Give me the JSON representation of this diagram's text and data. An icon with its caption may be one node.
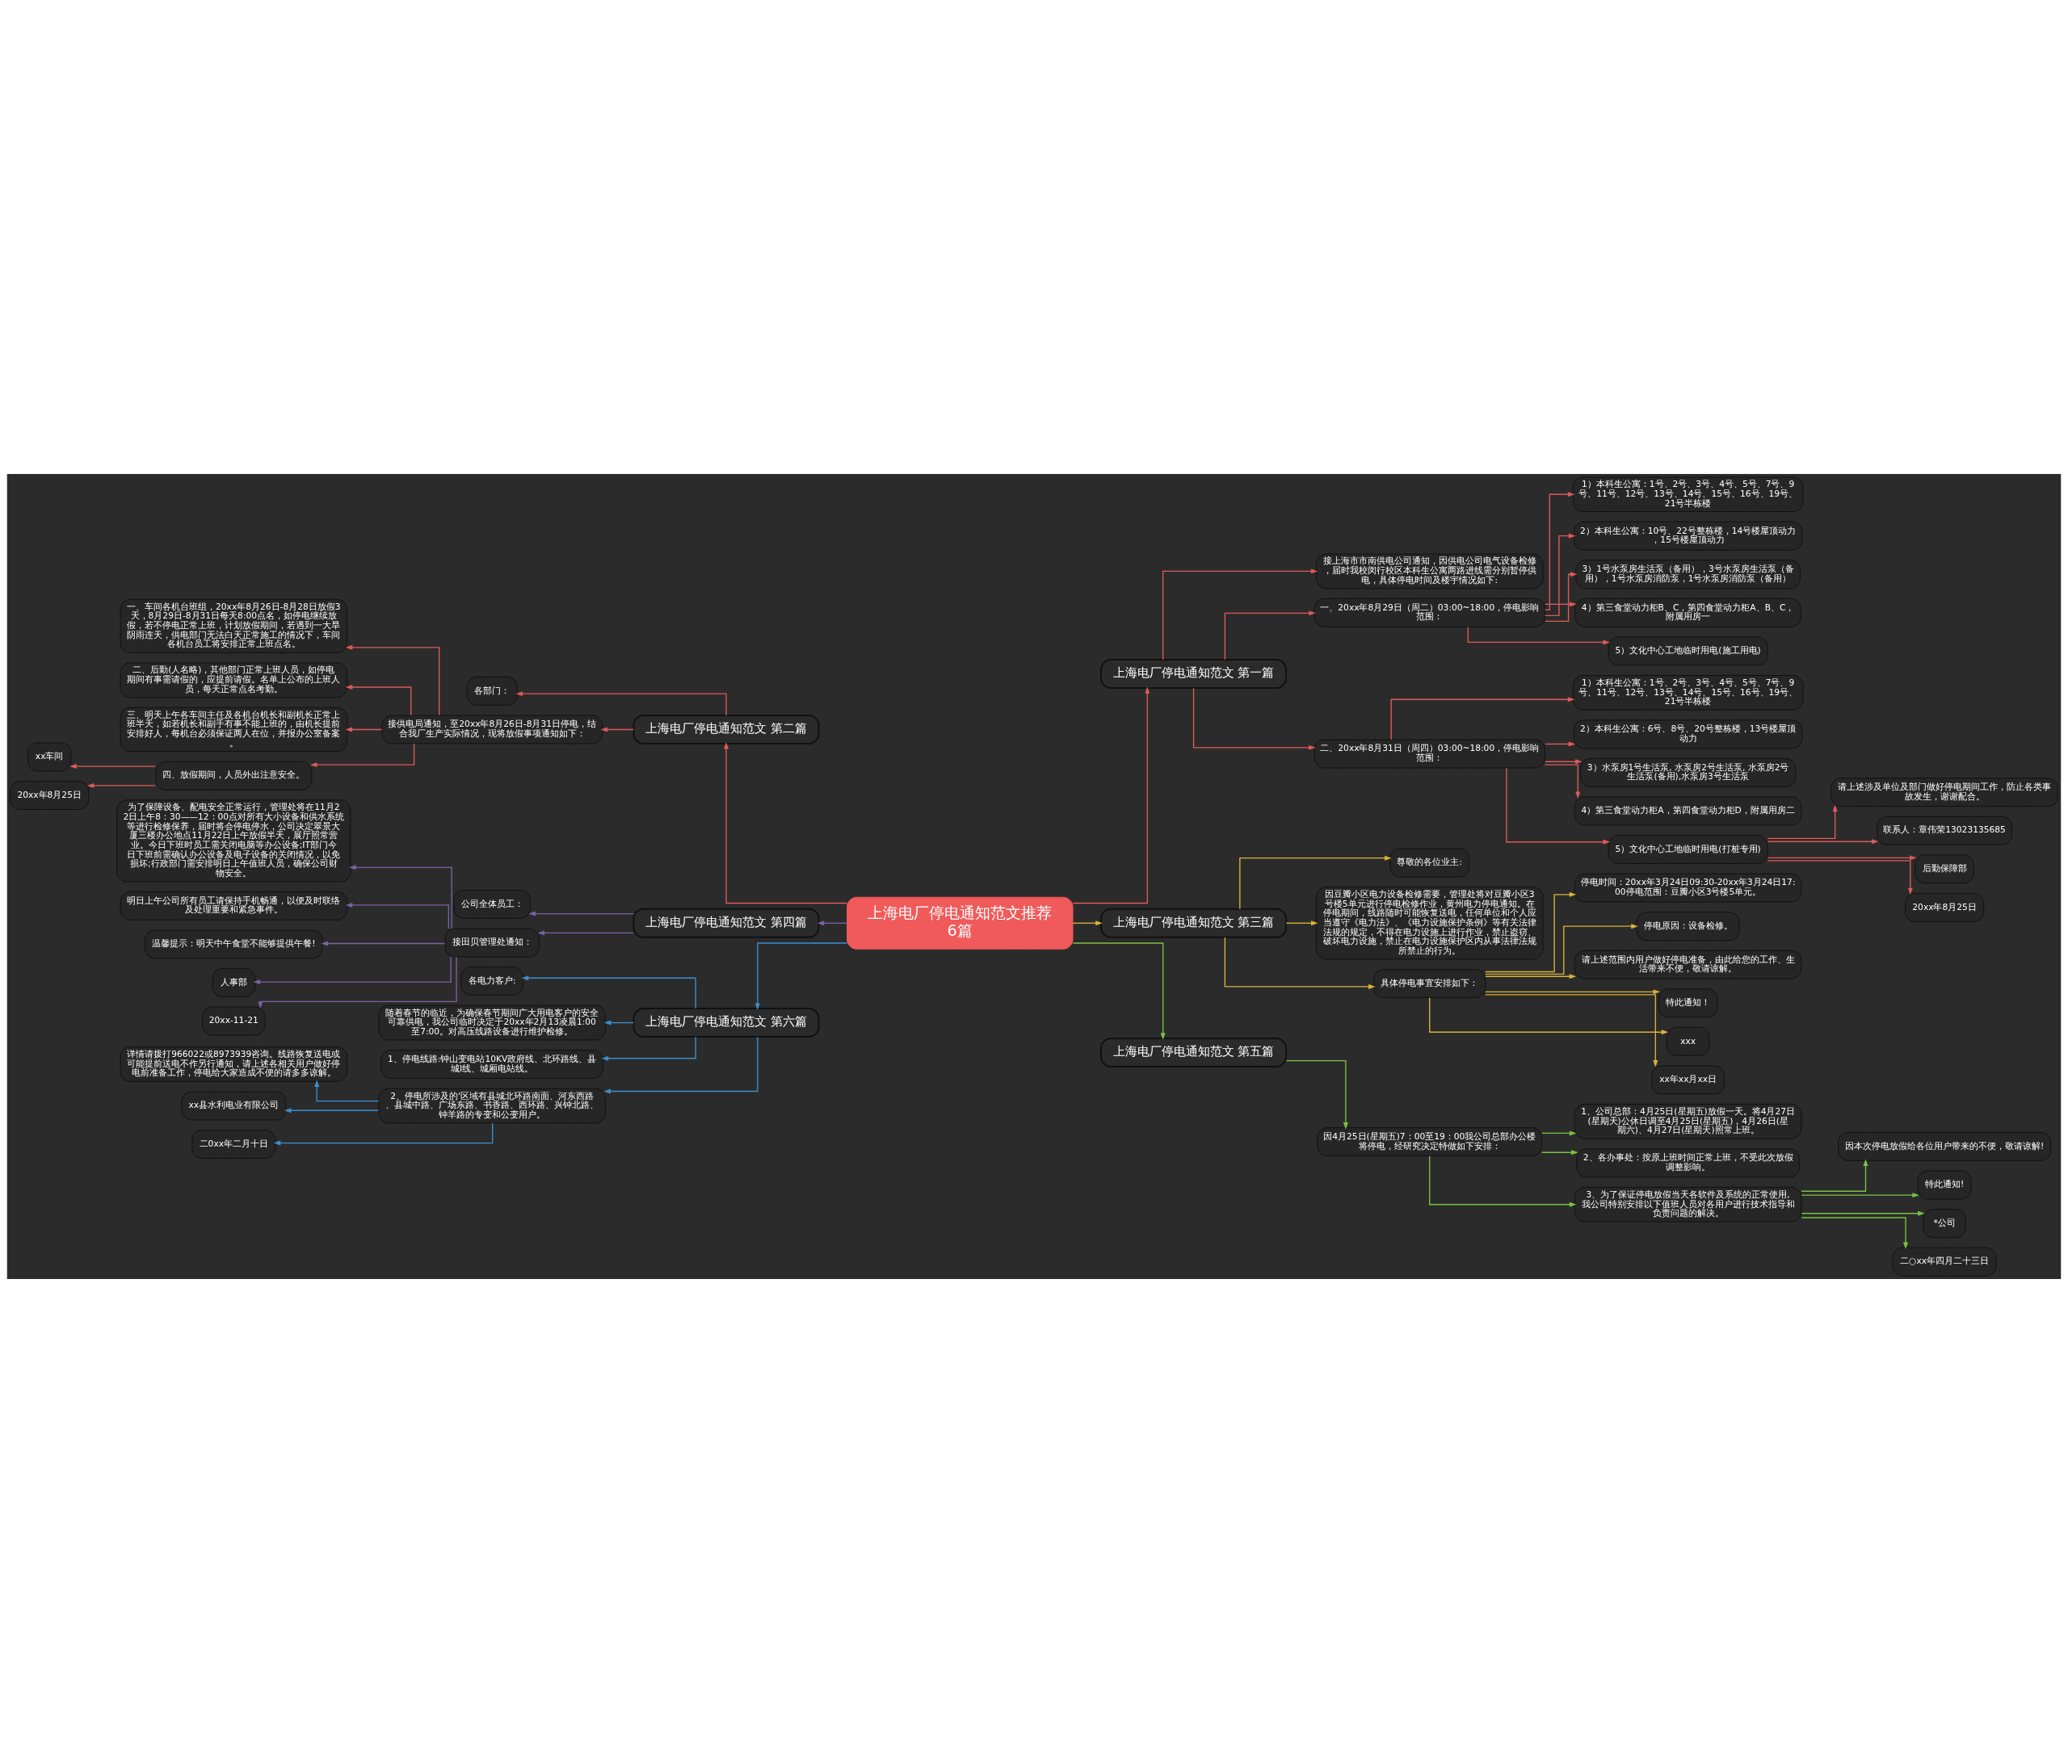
{
  "diagram": {
    "nodes": [
      {
        "text": [
          "上海电厂停电通知范文推荐6篇"
        ]
      },
      {
        "text": [
          "上海电厂停电通知范文 第一篇"
        ]
      },
      {
        "text": [
          "接上海市市南供电公司通知，因供电公司电气设备检修，届时我校闵行校区本科生公寓两路进线需分别暂停供电，具体停电时间及楼宇情况如下:"
        ]
      },
      {
        "text": [
          "一、20xx年8月29日（周二）03:00~18:00，停电影响范围："
        ]
      },
      {
        "text": [
          "1）本科生公寓：1号、2号、3号、4号、5号、7号、9号、11号、12号、13号、14号、15号、16号、19号、21号半栋楼"
        ]
      },
      {
        "text": [
          "2）本科生公寓：10号、22号整栋楼，14号楼屋顶动力，15号楼屋顶动力"
        ]
      },
      {
        "text": [
          "3）1号水泵房生活泵（备用），3号水泵房生活泵（备用），1号水泵房消防泵，1号水泵房消防泵（备用）"
        ]
      },
      {
        "text": [
          "4）第三食堂动力柜B、C，第四食堂动力柜A、B、C，附属用房一"
        ]
      },
      {
        "text": [
          "5）文化中心工地临时用电(施工用电)"
        ]
      },
      {
        "text": [
          "二、20xx年8月31日（周四）03:00~18:00，停电影响范围："
        ]
      },
      {
        "text": [
          "1）本科生公寓：1号、2号、3号、4号、5号、7号、9号、11号、12号、13号、14号、15号、16号、19号、21号半栋楼"
        ]
      },
      {
        "text": [
          "2）本科生公寓：6号、8号、20号整栋楼，13号楼屋顶动力"
        ]
      },
      {
        "text": [
          "3）水泵房1号生活泵, 水泵房2号生活泵, 水泵房2号生活泵(备用),水泵房3号生活泵"
        ]
      },
      {
        "text": [
          "4）第三食堂动力柜A，第四食堂动力柜D，附属用房二"
        ]
      },
      {
        "text": [
          "5）文化中心工地临时用电(打桩专用)"
        ]
      },
      {
        "text": [
          "请上述涉及单位及部门做好停电期间工作，防止各类事故发生，谢谢配合。"
        ]
      },
      {
        "text": [
          "联系人：章伟荣13023135685"
        ]
      },
      {
        "text": [
          "后勤保障部"
        ]
      },
      {
        "text": [
          "20xx年8月25日"
        ]
      },
      {
        "text": [
          "上海电厂停电通知范文 第二篇"
        ]
      },
      {
        "text": [
          "各部门："
        ]
      },
      {
        "text": [
          "接供电局通知，至20xx年8月26日-8月31日停电，结合我厂生产实际情况，现将放假事项通知如下："
        ]
      },
      {
        "text": [
          "一、车间各机台班组，20xx年8月26日-8月28日放假3天，8月29日-8月31日每天8:00点名，如停电继续放假，若不停电正常上班，计划放假期间，若遇到一大旱阴雨连天，供电部门无法白天正常施工的情况下，车间各机台员工将安排正常上班点名。"
        ]
      },
      {
        "text": [
          "二、后勤(人名略)，其他部门正常上班人员，如停电期间有事需请假的，应提前请假。名单上公布的上班人员，每天正常点名考勤。"
        ]
      },
      {
        "text": [
          "三、明天上午各车间主任及各机台机长和副机长正常上班半天，如若机长和副手有事不能上班的，由机长提前安排好人，每机台必须保证两人在位，并报办公室备案。"
        ]
      },
      {
        "text": [
          "四、放假期间，人员外出注意安全。"
        ]
      },
      {
        "text": [
          "xx车间"
        ]
      },
      {
        "text": [
          "20xx年8月25日"
        ]
      },
      {
        "text": [
          "上海电厂停电通知范文 第三篇"
        ]
      },
      {
        "text": [
          "尊敬的各位业主:"
        ]
      },
      {
        "text": [
          "因豆瓣小区电力设备检修需要，管理处将对豆瓣小区3号楼5单元进行停电检修作业，黄州电力停电通知。在停电期间，线路随时可能恢复送电，任何单位和个人应当遵守《电力法》、《电力设施保护条例》等有关法律法规的规定，不得在电力设施上进行作业，禁止盗窃、破坏电力设施，禁止在电力设施保护区内从事法律法规所禁止的行为。"
        ]
      },
      {
        "text": [
          "具体停电事宜安排如下："
        ]
      },
      {
        "text": [
          "停电时间：20xx年3月24日09:30-20xx年3月24日17:00停电范围：豆瓣小区3号楼5单元。"
        ]
      },
      {
        "text": [
          "停电原因：设备检修。"
        ]
      },
      {
        "text": [
          "请上述范围内用户做好停电准备，由此给您的工作、生活带来不便，敬请谅解。"
        ]
      },
      {
        "text": [
          "特此通知！"
        ]
      },
      {
        "text": [
          "xxx"
        ]
      },
      {
        "text": [
          "xx年xx月xx日"
        ]
      },
      {
        "text": [
          "上海电厂停电通知范文 第四篇"
        ]
      },
      {
        "text": [
          "公司全体员工："
        ]
      },
      {
        "text": [
          "接田贝管理处通知："
        ]
      },
      {
        "text": [
          "为了保障设备、配电安全正常运行，管理处将在11月22日上午8：30——12：00点对所有大小设备和供水系统等进行检修保养，届时将会停电停水，公司决定翠景大厦三楼办公地点11月22日上午放假半天，展厅照常营业。今日下班时员工需关闭电脑等办公设备;IT部门今日下班前需确认办公设备及电子设备的关闭情况，以免损坏;行政部门需安排明日上午值班人员，确保公司财物安全。"
        ]
      },
      {
        "text": [
          "明日上午公司所有员工请保持手机畅通，以便及时联络及处理重要和紧急事件。"
        ]
      },
      {
        "text": [
          "温馨提示：明天中午食堂不能够提供午餐!"
        ]
      },
      {
        "text": [
          "人事部"
        ]
      },
      {
        "text": [
          "20xx-11-21"
        ]
      },
      {
        "text": [
          "上海电厂停电通知范文 第五篇"
        ]
      },
      {
        "text": [
          "因4月25日(星期五)7：00至19：00我公司总部办公楼将停电，经研究决定特做如下安排："
        ]
      },
      {
        "text": [
          "1、公司总部：4月25日(星期五)放假一天。将4月27日(星期天)公休日调至4月25日(星期五)，4月26日(星期六)、4月27日(星期天)照常上班。"
        ]
      },
      {
        "text": [
          "2、各办事处：按原上班时间正常上班，不受此次放假调整影响。"
        ]
      },
      {
        "text": [
          "3、为了保证停电放假当天各软件及系统的正常使用,我公司特别安排以下值班人员对各用户进行技术指导和负责问题的解决。"
        ]
      },
      {
        "text": [
          "因本次停电放假给各位用户带来的不便，敬请谅解!"
        ]
      },
      {
        "text": [
          "特此通知!"
        ]
      },
      {
        "text": [
          "*公司"
        ]
      },
      {
        "text": [
          "二○xx年四月二十三日"
        ]
      },
      {
        "text": [
          "上海电厂停电通知范文 第六篇"
        ]
      },
      {
        "text": [
          "各电力客户:"
        ]
      },
      {
        "text": [
          "随着春节的临近，为确保春节期间广大用电客户的安全可靠供电，我公司临时决定于20xx年2月13凌晨1:00至7:00。对高压线路设备进行维护检修。"
        ]
      },
      {
        "text": [
          "1、停电线路:钟山变电站10KV政府线、北环路线、县城I线、城厢电站线。"
        ]
      },
      {
        "text": [
          "2、停电所涉及的'区域有县城北环路南面、河东西路、县城中路、广场东路、书香路、西环路、兴钟北路、钟羊路的专变和公变用户。"
        ]
      },
      {
        "text": [
          "详情请拨打966022或8973939咨询。线路恢复送电或可能提前送电不作另行通知，请上述各相关用户做好停电前准备工作，停电给大家造成不便的请多多谅解。"
        ]
      },
      {
        "text": [
          "xx县水利电业有限公司"
        ]
      },
      {
        "text": [
          "二0xx年二月十日"
        ]
      }
    ],
    "edges": [
      {
        "from": 0,
        "to": 1,
        "arrow": "to"
      },
      {
        "from": 1,
        "to": 2,
        "arrow": "to"
      },
      {
        "from": 1,
        "to": 3,
        "arrow": "to"
      },
      {
        "from": 3,
        "to": 4,
        "arrow": "to"
      },
      {
        "from": 3,
        "to": 5,
        "arrow": "to"
      },
      {
        "from": 3,
        "to": 6,
        "arrow": "to"
      },
      {
        "from": 3,
        "to": 7,
        "arrow": "to"
      },
      {
        "from": 3,
        "to": 8,
        "arrow": "to"
      },
      {
        "from": 1,
        "to": 9,
        "arrow": "to"
      },
      {
        "from": 9,
        "to": 10,
        "arrow": "to"
      },
      {
        "from": 9,
        "to": 11,
        "arrow": "to"
      },
      {
        "from": 9,
        "to": 12,
        "arrow": "to"
      },
      {
        "from": 9,
        "to": 13,
        "arrow": "to"
      },
      {
        "from": 9,
        "to": 14,
        "arrow": "to"
      },
      {
        "from": 14,
        "to": 15,
        "arrow": "to"
      },
      {
        "from": 14,
        "to": 16,
        "arrow": "to"
      },
      {
        "from": 14,
        "to": 17,
        "arrow": "to"
      },
      {
        "from": 14,
        "to": 18,
        "arrow": "to"
      },
      {
        "from": 0,
        "to": 19,
        "arrow": "to"
      },
      {
        "from": 19,
        "to": 20,
        "arrow": "to"
      },
      {
        "from": 19,
        "to": 21,
        "arrow": "to"
      },
      {
        "from": 21,
        "to": 22,
        "arrow": "to"
      },
      {
        "from": 21,
        "to": 23,
        "arrow": "to"
      },
      {
        "from": 21,
        "to": 24,
        "arrow": "to"
      },
      {
        "from": 21,
        "to": 25,
        "arrow": "to"
      },
      {
        "from": 25,
        "to": 26,
        "arrow": "to"
      },
      {
        "from": 25,
        "to": 27,
        "arrow": "to"
      },
      {
        "from": 0,
        "to": 28,
        "arrow": "to",
        "color": "#d9b43a"
      },
      {
        "from": 28,
        "to": 29,
        "arrow": "to",
        "color": "#d9b43a"
      },
      {
        "from": 28,
        "to": 30,
        "arrow": "to",
        "color": "#d9b43a"
      },
      {
        "from": 28,
        "to": 31,
        "arrow": "to",
        "color": "#d9b43a"
      },
      {
        "from": 31,
        "to": 32,
        "arrow": "to",
        "color": "#d9b43a"
      },
      {
        "from": 31,
        "to": 33,
        "arrow": "to",
        "color": "#d9b43a"
      },
      {
        "from": 31,
        "to": 34,
        "arrow": "to",
        "color": "#d9b43a"
      },
      {
        "from": 31,
        "to": 35,
        "arrow": "to",
        "color": "#d9b43a"
      },
      {
        "from": 31,
        "to": 36,
        "arrow": "to",
        "color": "#d9b43a"
      },
      {
        "from": 31,
        "to": 37,
        "arrow": "to",
        "color": "#d9b43a"
      },
      {
        "from": 0,
        "to": 38,
        "arrow": "to",
        "color": "#7b63a3"
      },
      {
        "from": 38,
        "to": 39,
        "arrow": "to",
        "color": "#7b63a3"
      },
      {
        "from": 38,
        "to": 40,
        "arrow": "to",
        "color": "#7b63a3"
      },
      {
        "from": 40,
        "to": 41,
        "arrow": "to",
        "color": "#7b63a3"
      },
      {
        "from": 40,
        "to": 42,
        "arrow": "to",
        "color": "#7b63a3"
      },
      {
        "from": 40,
        "to": 43,
        "arrow": "to",
        "color": "#7b63a3"
      },
      {
        "from": 40,
        "to": 44,
        "arrow": "to",
        "color": "#7b63a3"
      },
      {
        "from": 40,
        "to": 45,
        "arrow": "to",
        "color": "#7b63a3"
      },
      {
        "from": 0,
        "to": 46,
        "arrow": "to",
        "color": "#7dc242"
      },
      {
        "from": 46,
        "to": 47,
        "arrow": "to",
        "color": "#7dc242"
      },
      {
        "from": 47,
        "to": 48,
        "arrow": "to",
        "color": "#7dc242"
      },
      {
        "from": 47,
        "to": 49,
        "arrow": "to",
        "color": "#7dc242"
      },
      {
        "from": 47,
        "to": 50,
        "arrow": "to",
        "color": "#7dc242"
      },
      {
        "from": 50,
        "to": 51,
        "arrow": "to",
        "color": "#7dc242"
      },
      {
        "from": 50,
        "to": 52,
        "arrow": "to",
        "color": "#7dc242"
      },
      {
        "from": 50,
        "to": 53,
        "arrow": "to",
        "color": "#7dc242"
      },
      {
        "from": 50,
        "to": 54,
        "arrow": "to",
        "color": "#7dc242"
      },
      {
        "from": 0,
        "to": 55,
        "arrow": "to",
        "color": "#3b8fd0"
      },
      {
        "from": 55,
        "to": 56,
        "arrow": "to",
        "color": "#3b8fd0"
      },
      {
        "from": 55,
        "to": 57,
        "arrow": "to",
        "color": "#3b8fd0"
      },
      {
        "from": 55,
        "to": 58,
        "arrow": "to",
        "color": "#3b8fd0"
      },
      {
        "from": 55,
        "to": 59,
        "arrow": "to",
        "color": "#3b8fd0"
      },
      {
        "from": 59,
        "to": 60,
        "arrow": "to",
        "color": "#3b8fd0"
      },
      {
        "from": 59,
        "to": 61,
        "arrow": "to",
        "color": "#3b8fd0"
      },
      {
        "from": 59,
        "to": 62,
        "arrow": "to",
        "color": "#3b8fd0"
      }
    ]
  }
}
